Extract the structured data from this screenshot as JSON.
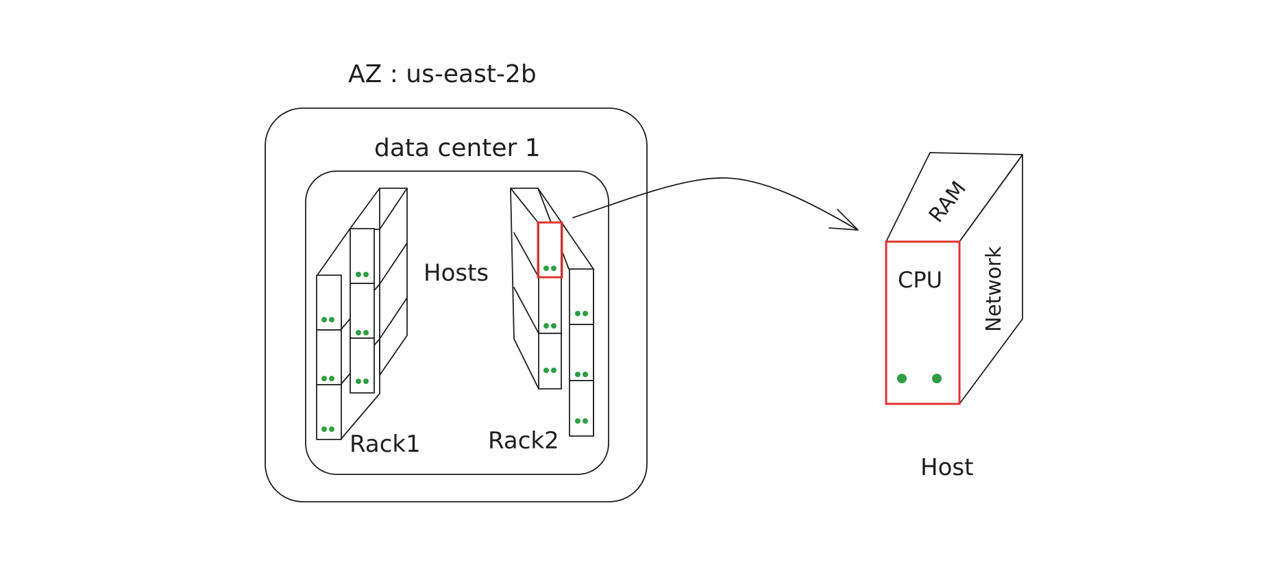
{
  "diagram": {
    "title": "AZ : us-east-2b",
    "datacenter_label": "data center 1",
    "hosts_label": "Hosts",
    "rack1_label": "Rack1",
    "rack2_label": "Rack2",
    "host_label": "Host",
    "cpu_label": "CPU",
    "ram_label": "RAM",
    "network_label": "Network"
  },
  "colors": {
    "stroke": "#1e1e1e",
    "led": "#2f9e44",
    "highlight": "#e03131",
    "cpu": "#1971c2",
    "ram": "#e03131",
    "network": "#f08c00"
  },
  "icons": {
    "arrow": "curved-arrow-icon",
    "server": "server-box-icon"
  }
}
